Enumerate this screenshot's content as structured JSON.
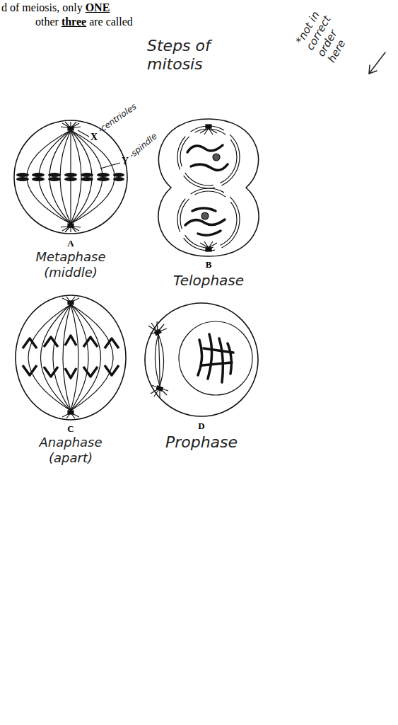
{
  "diagram": {
    "labels": [
      "d of meiosis, only",
      "ONE",
      "other",
      "three",
      "are called",
      "Steps of mitosis",
      "*not in correct order here",
      "X",
      "-centrioles",
      "Y",
      "-spindle",
      "A",
      "Metaphase (middle)",
      "B",
      "Telophase",
      "C",
      "Anaphase (apart)",
      "D",
      "Prophase"
    ]
  }
}
